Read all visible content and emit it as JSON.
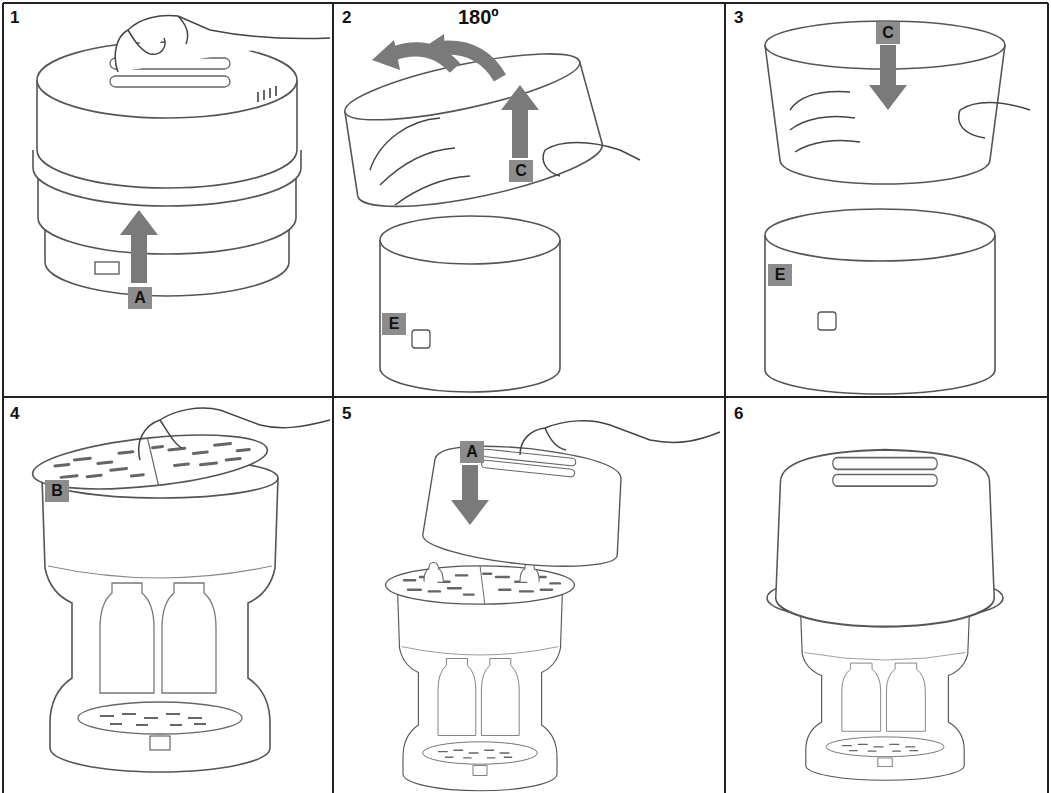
{
  "diagram": {
    "labels": [
      "1",
      "A",
      "2",
      "180º",
      "C",
      "E",
      "3",
      "C",
      "E",
      "4",
      "B",
      "5",
      "A",
      "6"
    ]
  }
}
